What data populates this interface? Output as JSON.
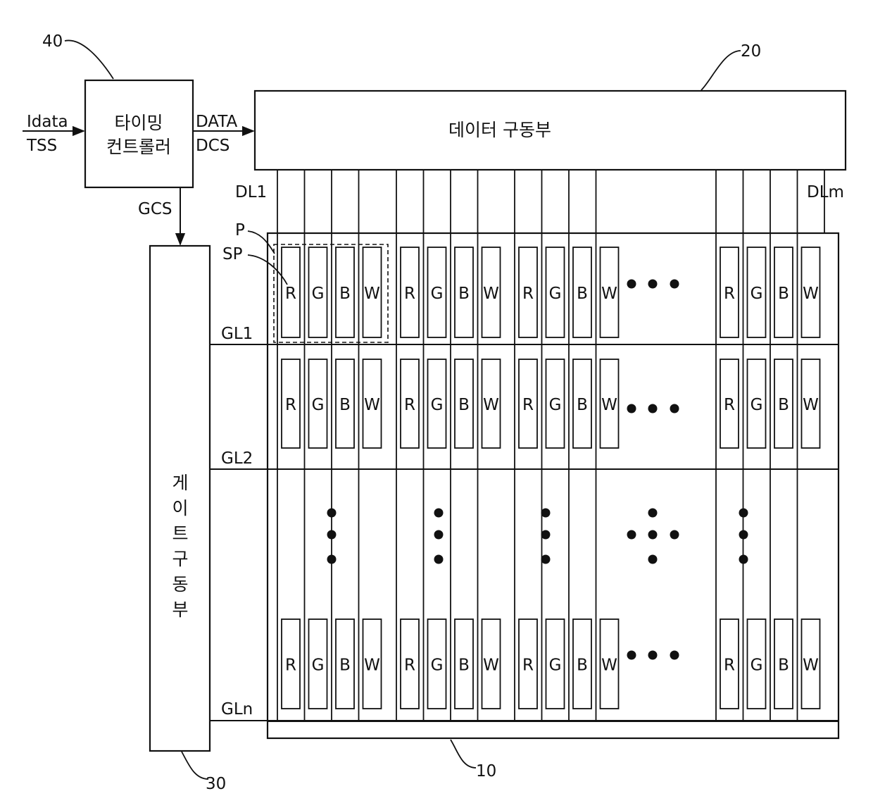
{
  "refs": {
    "timing_controller": "40",
    "data_driver": "20",
    "gate_driver": "30",
    "panel": "10"
  },
  "blocks": {
    "timing_controller_line1": "타이밍",
    "timing_controller_line2": "컨트롤러",
    "data_driver": "데이터 구동부",
    "gate_driver_chars": [
      "게",
      "이",
      "트",
      "구",
      "동",
      "부"
    ]
  },
  "signals": {
    "input_line1": "Idata",
    "input_line2": "TSS",
    "output_line1": "DATA",
    "output_line2": "DCS",
    "gate_control": "GCS"
  },
  "lines": {
    "data_first": "DL1",
    "data_last": "DLm",
    "gate_labels": [
      "GL1",
      "GL2",
      "GLn"
    ]
  },
  "pixel_labels": {
    "pixel": "P",
    "sub_pixel": "SP"
  },
  "subpixels": [
    "R",
    "G",
    "B",
    "W"
  ]
}
